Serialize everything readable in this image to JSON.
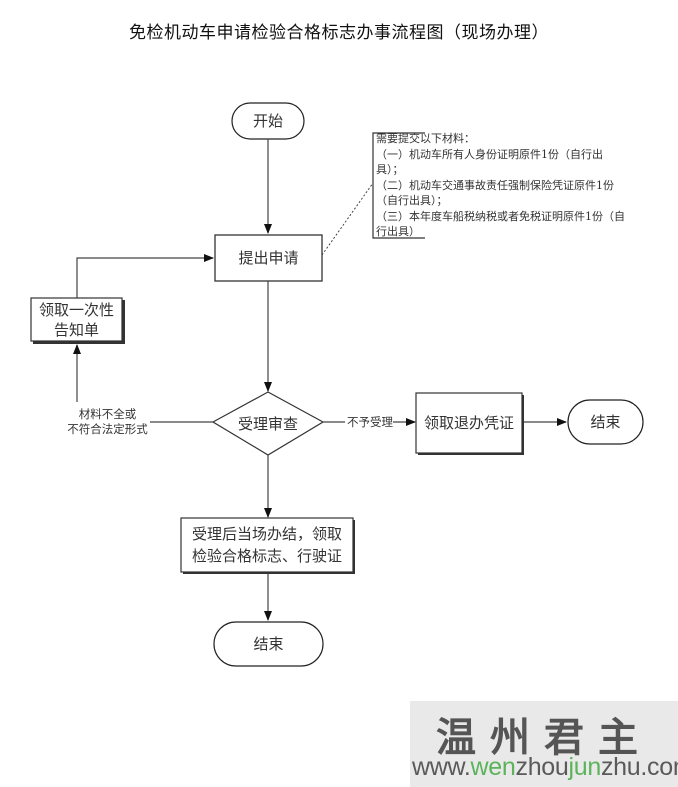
{
  "title": "免检机动车申请检验合格标志办事流程图（现场办理）",
  "nodes": {
    "start": "开始",
    "apply": "提出申请",
    "notice_line1": "领取一次性",
    "notice_line2": "告知单",
    "review": "受理审查",
    "refund": "领取退办凭证",
    "end_right": "结束",
    "done_line1": "受理后当场办结，领取",
    "done_line2": "检验合格标志、行驶证",
    "end_bottom": "结束"
  },
  "edge_labels": {
    "reject_line1": "材料不全或",
    "reject_line2": "不符合法定形式",
    "not_accepted": "不予受理"
  },
  "note": {
    "lines": [
      "需要提交以下材料：",
      "（一）机动车所有人身份证明原件1份（自行出",
      "具）；",
      "（二）机动车交通事故责任强制保险凭证原件1份",
      "（自行出具）；",
      "（三）本年度车船税纳税或者免税证明原件1份（自",
      "行出具）"
    ]
  },
  "watermark": {
    "chinese": "温州君主",
    "url_parts": [
      "www.",
      "wen",
      "zhou",
      "jun",
      "zhu.com"
    ],
    "accent_color": "#5bb35b",
    "text_color": "#5a5a5a"
  }
}
